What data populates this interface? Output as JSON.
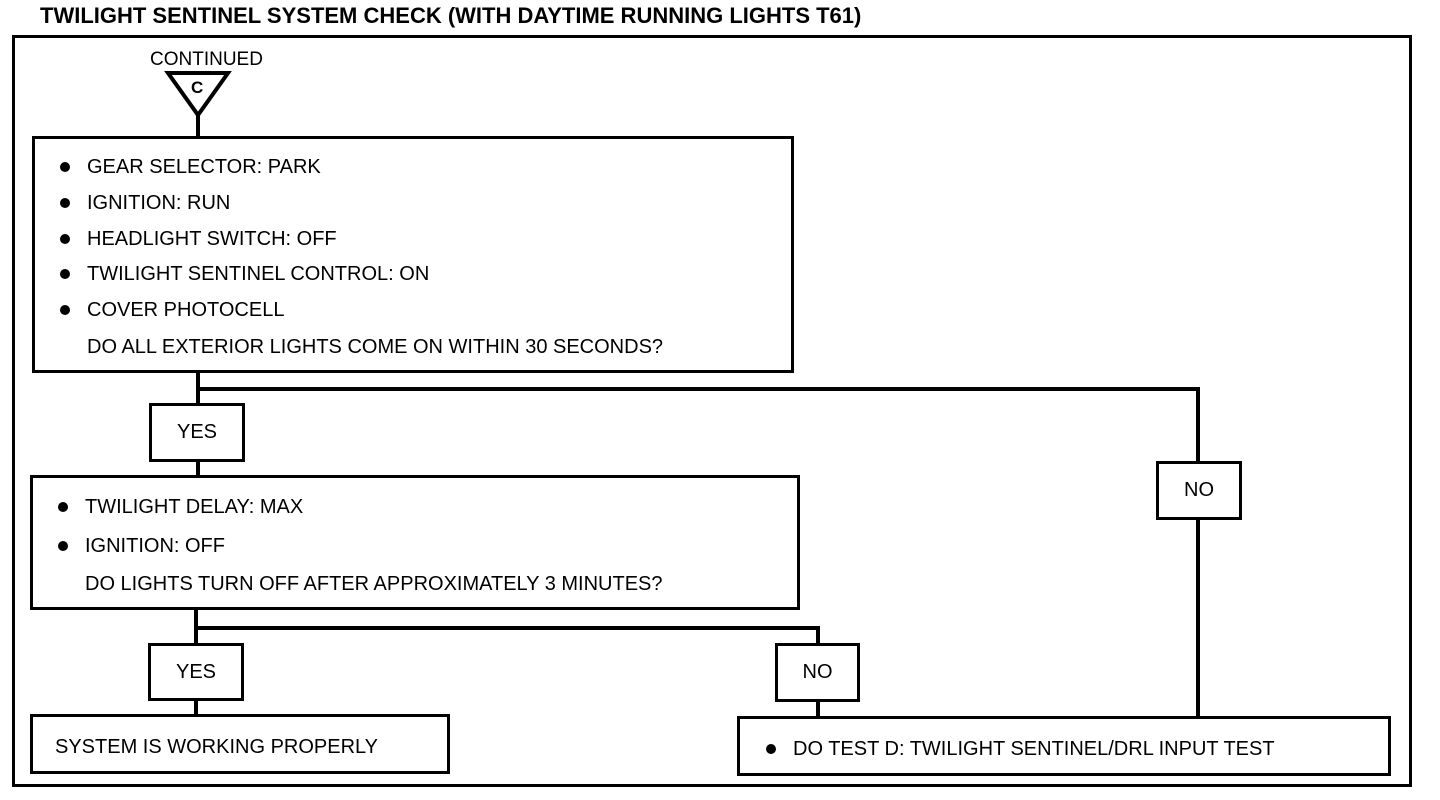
{
  "title": "TWILIGHT SENTINEL SYSTEM CHECK (WITH DAYTIME RUNNING LIGHTS T61)",
  "connector": {
    "label": "CONTINUED",
    "letter": "C"
  },
  "step1": {
    "items": [
      "GEAR SELECTOR: PARK",
      "IGNITION: RUN",
      "HEADLIGHT SWITCH: OFF",
      "TWILIGHT SENTINEL CONTROL: ON",
      "COVER PHOTOCELL"
    ],
    "question": "DO ALL EXTERIOR LIGHTS COME ON WITHIN 30 SECONDS?"
  },
  "step2": {
    "items": [
      "TWILIGHT DELAY: MAX",
      "IGNITION: OFF"
    ],
    "question": "DO LIGHTS TURN OFF AFTER APPROXIMATELY 3 MINUTES?"
  },
  "branches": {
    "step1_yes": "YES",
    "step1_no": "NO",
    "step2_yes": "YES",
    "step2_no": "NO"
  },
  "result_ok": "SYSTEM IS WORKING PROPERLY",
  "result_test": "DO TEST D: TWILIGHT SENTINEL/DRL INPUT TEST"
}
